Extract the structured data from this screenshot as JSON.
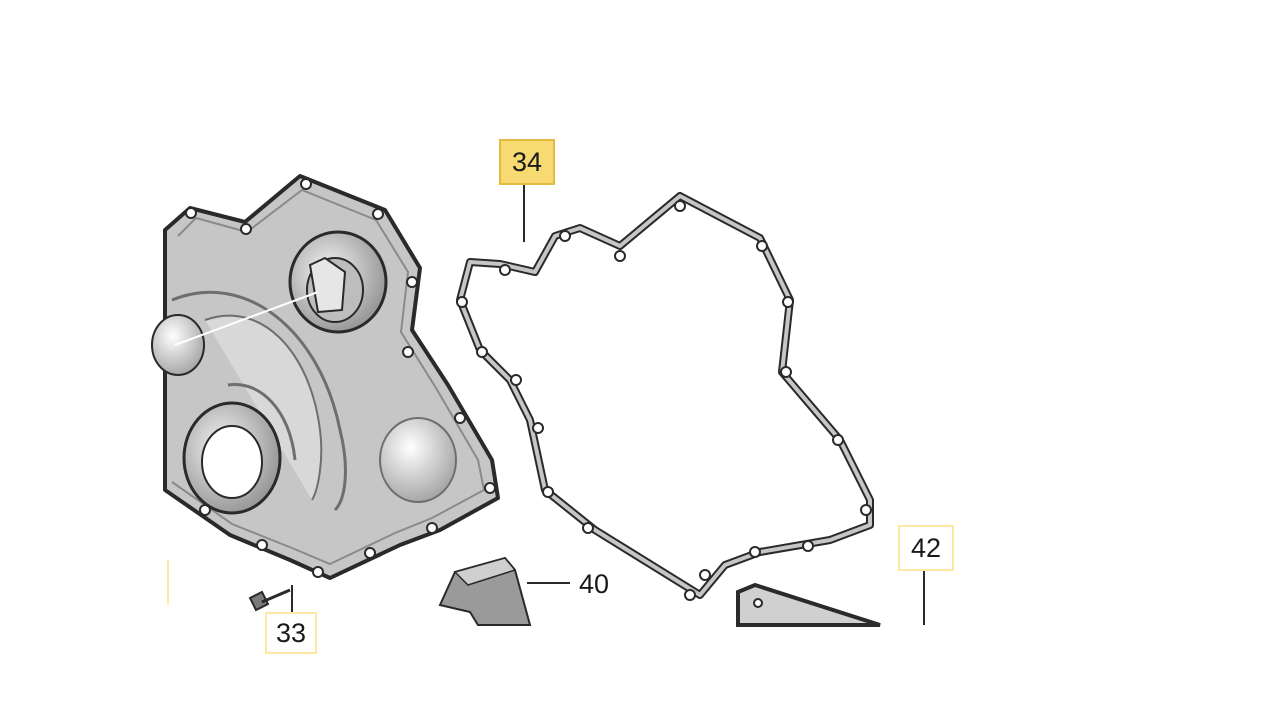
{
  "diagram": {
    "callouts": [
      {
        "id": "34",
        "label": "34",
        "highlighted": true
      },
      {
        "id": "40",
        "label": "40",
        "highlighted": false
      },
      {
        "id": "42",
        "label": "42",
        "highlighted": false
      },
      {
        "id": "partial",
        "label": "33",
        "highlighted": false
      }
    ]
  },
  "colors": {
    "highlight_fill": "#f8da72",
    "highlight_border": "#e3bb3e",
    "callout_border": "#ffe8a6",
    "part_fill": "#c6c6c6",
    "outline": "#2a2a2a"
  }
}
